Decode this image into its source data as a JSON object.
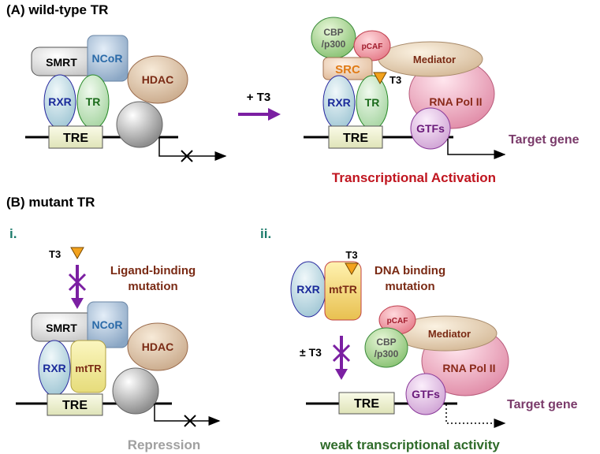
{
  "panel_a": {
    "title": "(A)  wild-type TR",
    "left": {
      "smrt": "SMRT",
      "ncor": "NCoR",
      "hdac": "HDAC",
      "rxr": "RXR",
      "tr": "TR",
      "tre": "TRE"
    },
    "arrow_label": "+ T3",
    "right": {
      "cbp_line1": "CBP",
      "cbp_line2": "/p300",
      "pcaf": "pCAF",
      "mediator": "Mediator",
      "src": "SRC",
      "t3": "T3",
      "rxr": "RXR",
      "tr": "TR",
      "rna_pol": "RNA Pol II",
      "gtfs": "GTFs",
      "tre": "TRE",
      "target_gene": "Target gene",
      "outcome": "Transcriptional Activation"
    }
  },
  "panel_b": {
    "title": "(B)  mutant TR",
    "sub_i": {
      "label": "i.",
      "t3": "T3",
      "mutation_line1": "Ligand-binding",
      "mutation_line2": "mutation",
      "smrt": "SMRT",
      "ncor": "NCoR",
      "hdac": "HDAC",
      "rxr": "RXR",
      "mttr": "mtTR",
      "tre": "TRE",
      "outcome": "Repression"
    },
    "sub_ii": {
      "label": "ii.",
      "t3": "T3",
      "mutation_line1": "DNA binding",
      "mutation_line2": "mutation",
      "rxr": "RXR",
      "mttr": "mtTR",
      "pm_t3": "± T3",
      "pcaf": "pCAF",
      "mediator": "Mediator",
      "cbp_line1": "CBP",
      "cbp_line2": "/p300",
      "rna_pol": "RNA Pol II",
      "gtfs": "GTFs",
      "tre": "TRE",
      "target_gene": "Target gene",
      "outcome": "weak transcriptional activity"
    }
  },
  "colors": {
    "arrow_purple": "#7b1fa2",
    "activation_red": "#c0151f",
    "mutation_brown": "#7a2a14",
    "sub_label_green": "#1a7a6a",
    "weak_green": "#2f6b2a",
    "repression_gray": "#a0a0a0",
    "target_gene": "#7a3a6a",
    "t3_orange": "#f3a21c"
  }
}
